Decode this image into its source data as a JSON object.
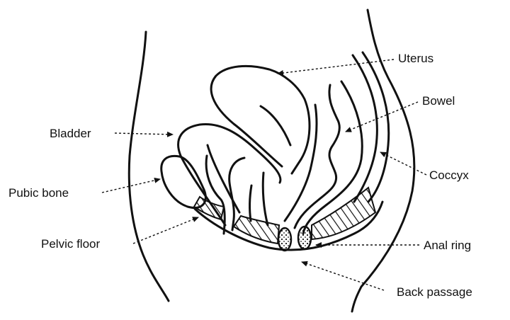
{
  "labels": {
    "uterus": "Uterus",
    "bowel": "Bowel",
    "bladder": "Bladder",
    "coccyx": "Coccyx",
    "pubic_bone": "Pubic bone",
    "pelvic_floor": "Pelvic floor",
    "anal_ring": "Anal ring",
    "back_passage": "Back passage"
  },
  "colors": {
    "ink": "#111111",
    "background": "#ffffff"
  }
}
